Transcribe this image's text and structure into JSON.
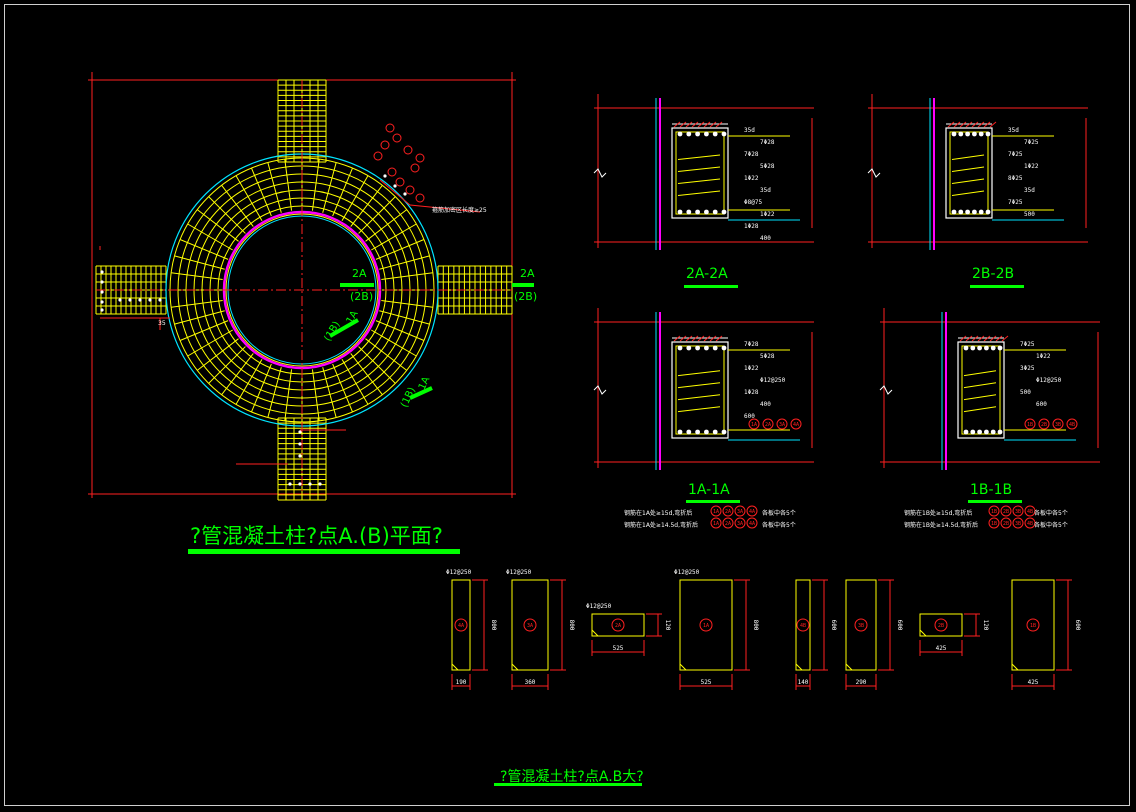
{
  "titles": {
    "plan_title": "?管混凝土柱?点A.(B)平面?",
    "detail_title": "?管混凝土柱?点A.B大?"
  },
  "plan": {
    "cut_2A": "2A",
    "cut_2B": "(2B)",
    "cut_2A_right": "2A",
    "cut_2B_right": "(2B)",
    "cut_1A": "1A",
    "cut_1B": "(1B)",
    "cut_1A_lower": "1A",
    "cut_1B_lower": "(1B)",
    "leader_note": "箍筋加密区长度≥25",
    "dim_35": "35"
  },
  "sections": {
    "s2a": "2A-2A",
    "s2b": "2B-2B",
    "s1a": "1A-1A",
    "s1b": "1B-1B",
    "s2a_labels": [
      "35d",
      "7Φ28",
      "7Φ28",
      "5Φ28",
      "1Φ22",
      "35d",
      "Φ8@75",
      "1Φ22",
      "1Φ28",
      "400"
    ],
    "s2b_labels": [
      "35d",
      "7Φ25",
      "7Φ25",
      "1Φ22",
      "8Φ25",
      "35d",
      "7Φ25",
      "500"
    ],
    "s1a_labels": [
      "7Φ28",
      "5Φ28",
      "1Φ22",
      "Φ12@250",
      "1Φ28",
      "400",
      "600"
    ],
    "s1b_labels": [
      "7Φ25",
      "1Φ22",
      "3Φ25",
      "Φ12@250",
      "500",
      "600"
    ],
    "tags_1a": [
      "1A",
      "2A",
      "3A",
      "4A"
    ],
    "tags_1b": [
      "1B",
      "2B",
      "3B",
      "4B"
    ],
    "note_1a_1": "钢筋在1A处≥15d,弯折后",
    "note_1a_2": "钢筋在1A处≥14.5d,弯折后",
    "note_1b_1": "钢筋在1B处≥15d,弯折后",
    "note_1b_2": "钢筋在1B处≥14.5d,弯折后",
    "note_1a_tail_1": "各板中各5个",
    "note_1a_tail_2": "各板中各5个",
    "note_1b_tail_1": "各板中各5个",
    "note_1b_tail_2": "各板中各5个"
  },
  "plates": [
    {
      "tag": "4A",
      "top": "Φ12@250",
      "w": "190",
      "h": "800"
    },
    {
      "tag": "3A",
      "top": "Φ12@250",
      "w": "360",
      "h": "800"
    },
    {
      "tag": "2A",
      "top": "Φ12@250",
      "w": "525",
      "h": "120"
    },
    {
      "tag": "1A",
      "top": "Φ12@250",
      "w": "525",
      "h": "800"
    },
    {
      "tag": "4B",
      "top": "",
      "w": "140",
      "h": "600"
    },
    {
      "tag": "3B",
      "top": "",
      "w": "290",
      "h": "600"
    },
    {
      "tag": "2B",
      "top": "",
      "w": "425",
      "h": "120"
    },
    {
      "tag": "1B",
      "top": "",
      "w": "425",
      "h": "600"
    }
  ],
  "colors": {
    "background": "#000000",
    "grid_yellow": "#ffff00",
    "dim_red": "#ff2020",
    "cyan": "#00e5ff",
    "magenta": "#ff00ff",
    "green": "#00ff00",
    "white": "#ffffff"
  }
}
